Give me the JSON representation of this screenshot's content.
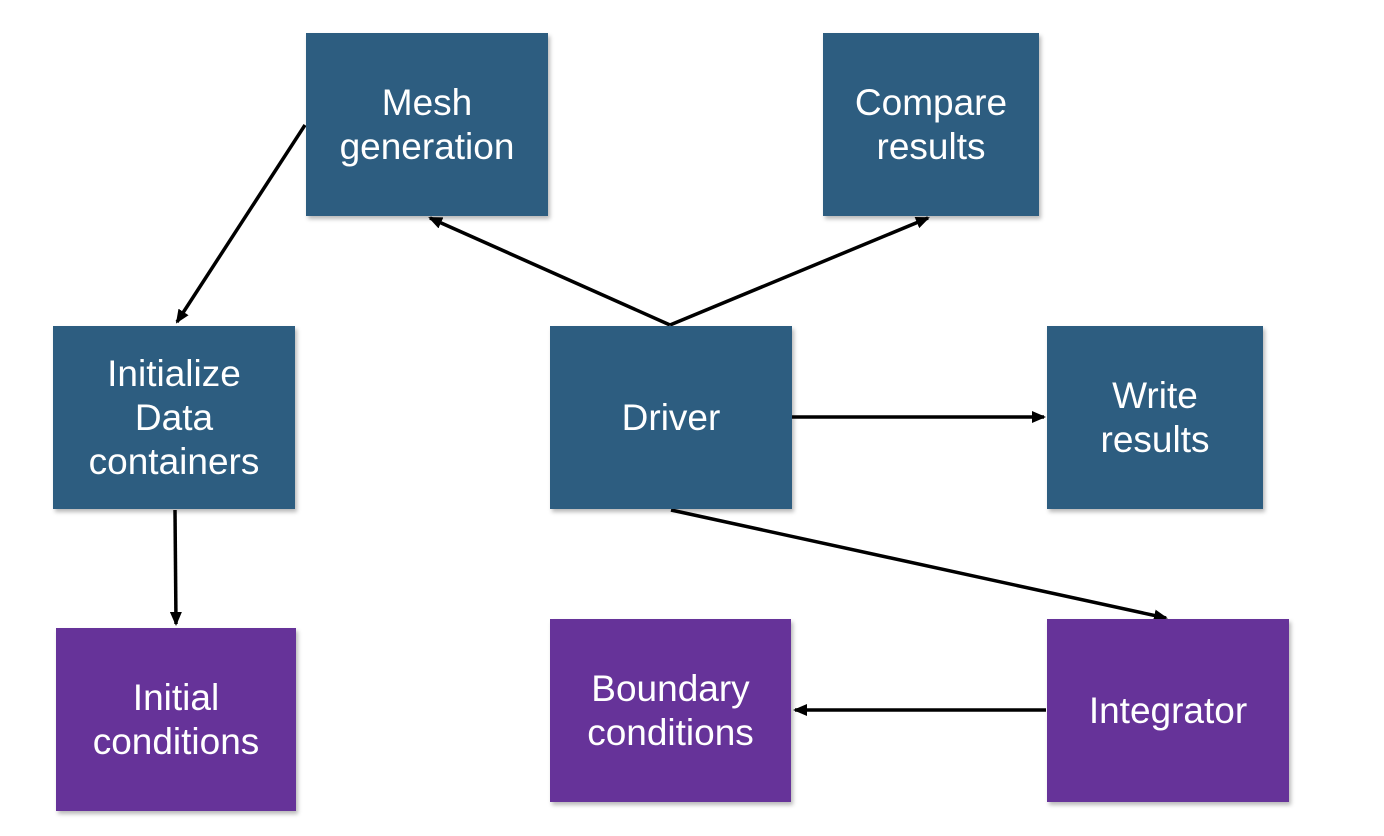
{
  "colors": {
    "blue_box": "#2d5d80",
    "purple_box": "#663399",
    "text": "#ffffff",
    "arrow": "#000000"
  },
  "nodes": {
    "mesh_generation": {
      "lines": [
        "Mesh",
        "generation"
      ]
    },
    "compare_results": {
      "lines": [
        "Compare",
        "results"
      ]
    },
    "initialize_data_containers": {
      "lines": [
        "Initialize",
        "Data",
        "containers"
      ]
    },
    "driver": {
      "lines": [
        "Driver"
      ]
    },
    "write_results": {
      "lines": [
        "Write",
        "results"
      ]
    },
    "initial_conditions": {
      "lines": [
        "Initial",
        "conditions"
      ]
    },
    "boundary_conditions": {
      "lines": [
        "Boundary",
        "conditions"
      ]
    },
    "integrator": {
      "lines": [
        "Integrator"
      ]
    }
  },
  "edges": [
    {
      "from": "driver",
      "to": "mesh_generation"
    },
    {
      "from": "driver",
      "to": "compare_results"
    },
    {
      "from": "driver",
      "to": "write_results"
    },
    {
      "from": "driver",
      "to": "integrator"
    },
    {
      "from": "mesh_generation",
      "to": "initialize_data_containers"
    },
    {
      "from": "initialize_data_containers",
      "to": "initial_conditions"
    },
    {
      "from": "integrator",
      "to": "boundary_conditions"
    }
  ]
}
